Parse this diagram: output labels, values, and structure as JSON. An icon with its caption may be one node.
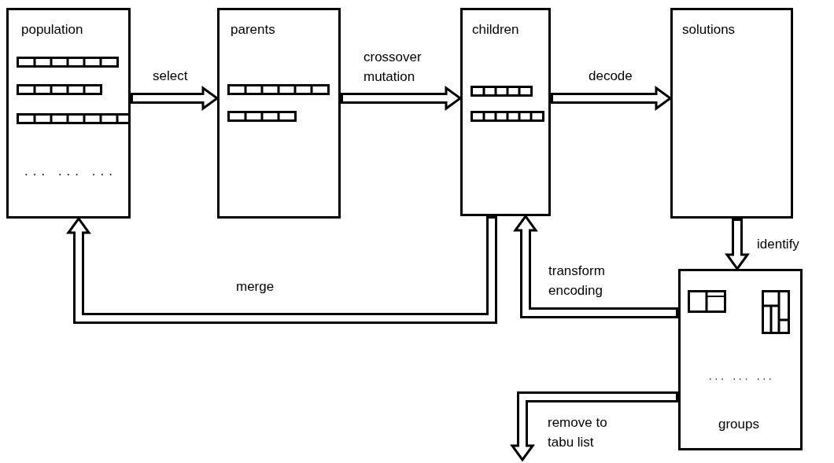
{
  "diagram": {
    "nodes": [
      {
        "text": [
          "population",
          "... ... ..."
        ]
      },
      {
        "text": [
          "parents"
        ]
      },
      {
        "text": [
          "children"
        ]
      },
      {
        "text": [
          "solutions"
        ]
      },
      {
        "text": [
          "... ... ...",
          "groups"
        ]
      }
    ],
    "edges": [
      {
        "from": 0,
        "to": 1,
        "arrow": "to",
        "label": "select"
      },
      {
        "from": 1,
        "to": 2,
        "arrow": "to",
        "label": "crossover mutation"
      },
      {
        "from": 2,
        "to": 3,
        "arrow": "to",
        "label": "decode"
      },
      {
        "from": 3,
        "to": 4,
        "arrow": "to",
        "label": "identify"
      },
      {
        "from": 4,
        "to": 2,
        "arrow": "to",
        "label": "transform encoding"
      },
      {
        "from": 2,
        "to": 0,
        "arrow": "to",
        "label": "merge"
      },
      {
        "from": 4,
        "to": null,
        "arrow": "to",
        "label": "remove to tabu list"
      }
    ]
  }
}
